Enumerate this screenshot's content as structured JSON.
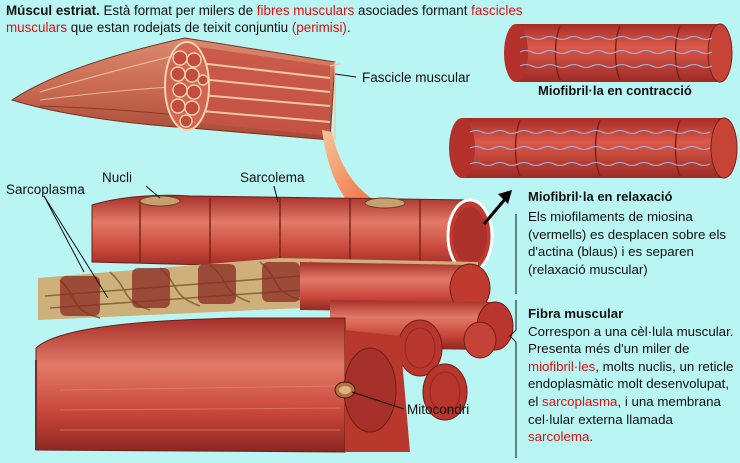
{
  "intro": {
    "title": "Múscul estriat.",
    "t1": " Està format per milers de ",
    "r1": "fibres musculars",
    "t2": " asociades formant ",
    "r2": "fascicles musculars",
    "t3": " que estan rodejats de teixit conjuntiu ",
    "r3": "(perimisi)",
    "t4": "."
  },
  "labels": {
    "fascicle": "Fascicle muscular",
    "nucli": "Nucli",
    "sarcolema": "Sarcolema",
    "sarcoplasma": "Sarcoplasma",
    "mitocondri": "Mitocondri"
  },
  "myofibril": {
    "contraction": "Miofibril·la en contracció",
    "relaxation": "Miofibril·la en relaxació"
  },
  "relax_text": "Els miofilaments de miosina (vermells) es desplacen sobre els d'actina (blaus) i es separen (relaxació muscular)",
  "fiber": {
    "heading": "Fibra muscular",
    "t1": "Correspon a una cèl·lula muscular. Presenta més d'un miler de ",
    "r1": "miofibril·les",
    "t2": ", molts nuclis, un reticle endoplasmàtic molt desenvolupat, el ",
    "r2": "sarcoplasma",
    "t3": ", i una membrana cel·lular externa llamada ",
    "r3": "sarcolema",
    "t4": "."
  },
  "colors": {
    "background": "#b9f5f3",
    "highlight": "#e01010",
    "muscle": "#c8453a",
    "myofibril_band": "#b3302b"
  }
}
